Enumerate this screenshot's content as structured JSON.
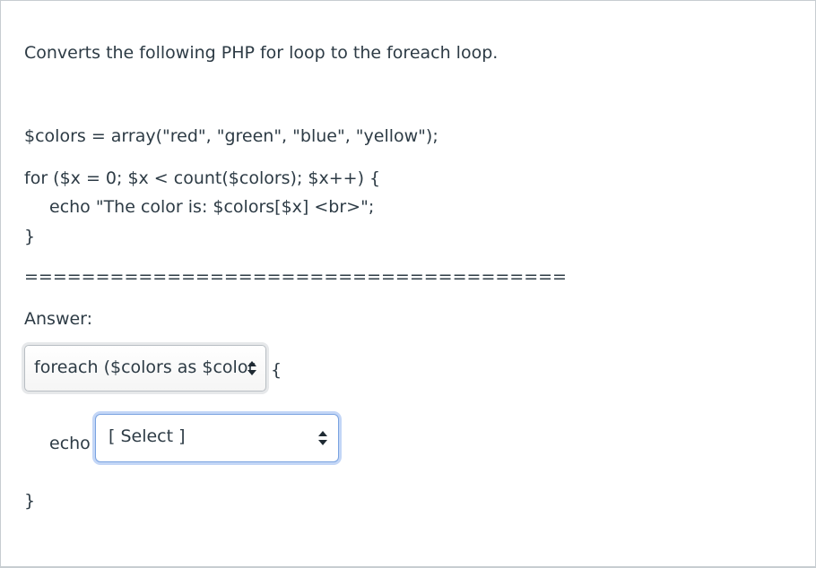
{
  "question": {
    "prompt": "Converts the following PHP for loop to the foreach loop.",
    "code_lines": [
      "$colors = array(\"red\", \"green\", \"blue\", \"yellow\");",
      "for ($x = 0; $x < count($colors); $x++) {",
      "echo \"The color is: $colors[$x] <br>\";",
      "}"
    ],
    "separator": "======================================",
    "answer_label": "Answer:",
    "dropdown_1": {
      "selected": "foreach ($colors as $color)"
    },
    "open_brace": "{",
    "echo_keyword": "echo",
    "dropdown_2": {
      "selected": "[ Select ]"
    },
    "close_brace": "}"
  },
  "colors": {
    "text": "#2d3b45",
    "focus_ring": "#c3d6f6",
    "border": "#c7cdd1"
  }
}
